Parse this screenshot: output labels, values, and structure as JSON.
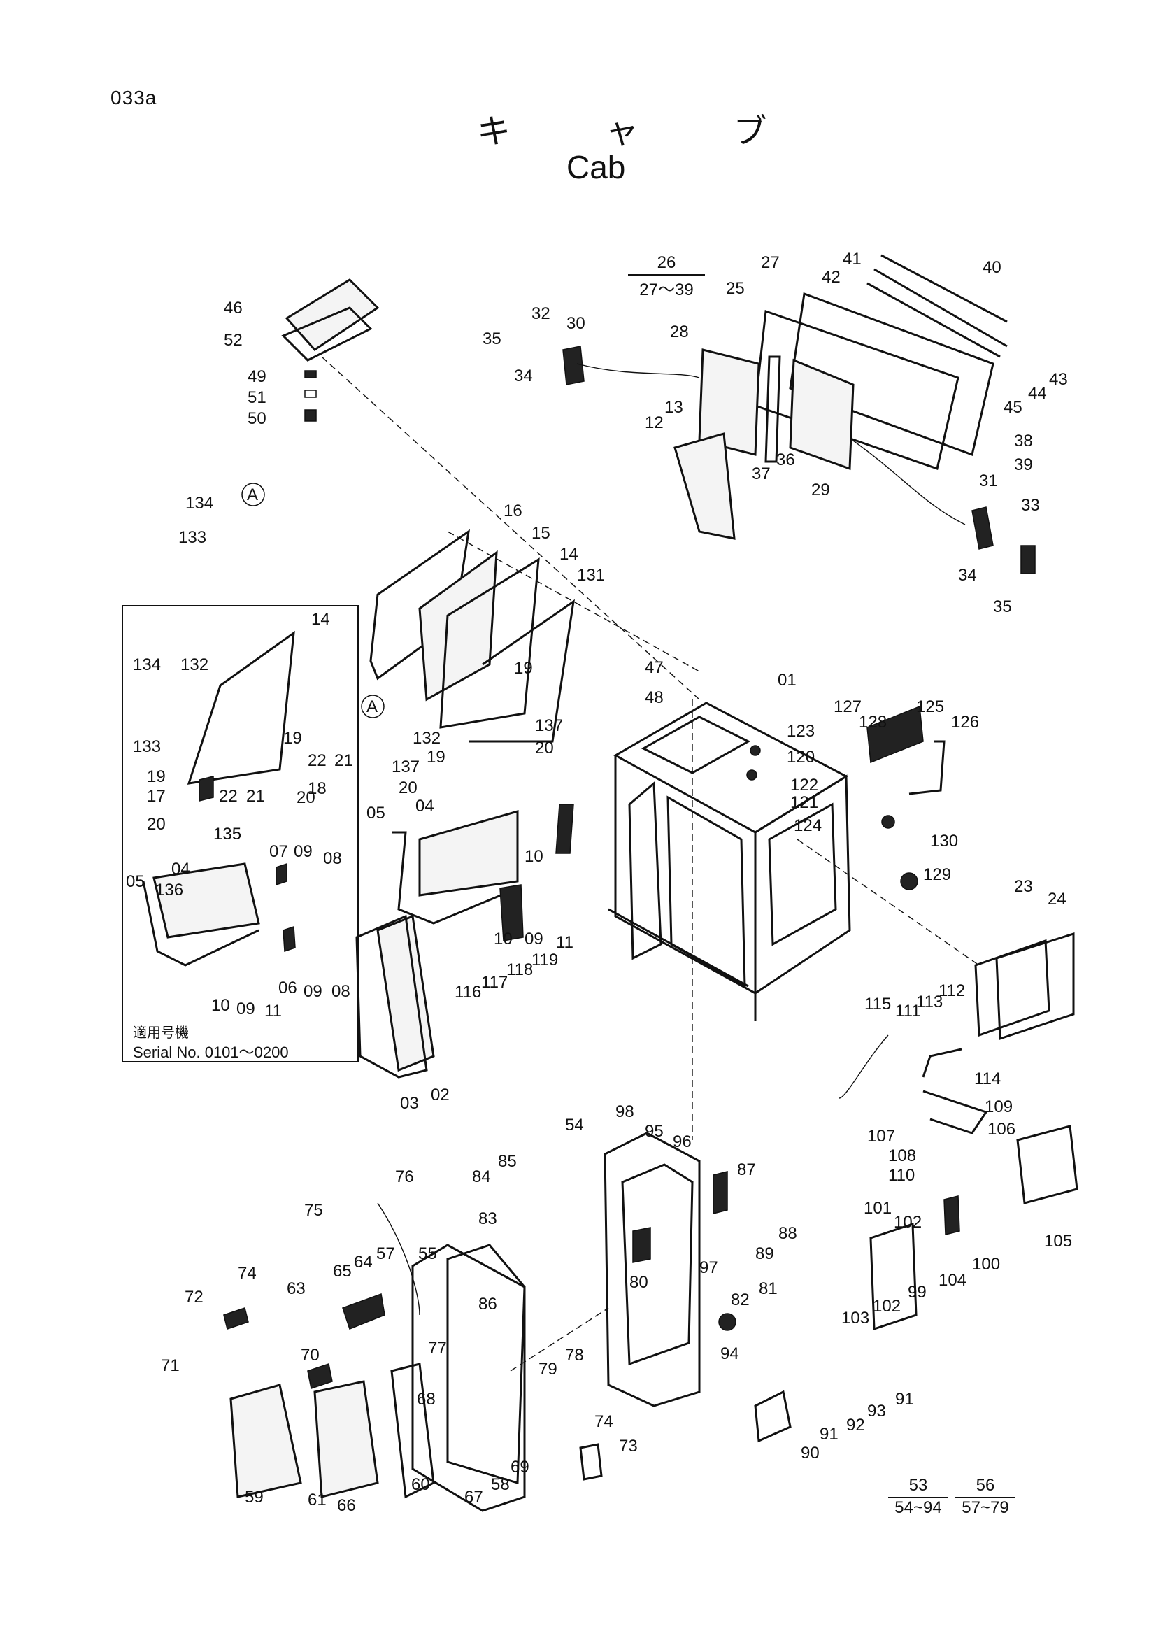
{
  "page_code": "033a",
  "title_jp": "キ ャ ブ",
  "title_en": "Cab",
  "inset": {
    "note_jp": "適用号機",
    "serial": "Serial No. 0101～0200"
  },
  "groups": [
    {
      "id": "g26",
      "top": "26",
      "bottom": "27～39"
    },
    {
      "id": "g53",
      "top": "53",
      "bottom": "54~94"
    },
    {
      "id": "g56",
      "top": "56",
      "bottom": "57~79"
    }
  ],
  "callouts": [
    {
      "id": "c46",
      "text": "46"
    },
    {
      "id": "c52",
      "text": "52"
    },
    {
      "id": "c49",
      "text": "49"
    },
    {
      "id": "c51",
      "text": "51"
    },
    {
      "id": "c50",
      "text": "50"
    },
    {
      "id": "c134a",
      "text": "134"
    },
    {
      "id": "c133a",
      "text": "133"
    },
    {
      "id": "cA1",
      "text": "A"
    },
    {
      "id": "c35a",
      "text": "35"
    },
    {
      "id": "c32",
      "text": "32"
    },
    {
      "id": "c30",
      "text": "30"
    },
    {
      "id": "c34a",
      "text": "34"
    },
    {
      "id": "c28",
      "text": "28"
    },
    {
      "id": "c13",
      "text": "13"
    },
    {
      "id": "c12",
      "text": "12"
    },
    {
      "id": "c25",
      "text": "25"
    },
    {
      "id": "c27",
      "text": "27"
    },
    {
      "id": "c41",
      "text": "41"
    },
    {
      "id": "c42",
      "text": "42"
    },
    {
      "id": "c40",
      "text": "40"
    },
    {
      "id": "c43",
      "text": "43"
    },
    {
      "id": "c44",
      "text": "44"
    },
    {
      "id": "c45",
      "text": "45"
    },
    {
      "id": "c36",
      "text": "36"
    },
    {
      "id": "c37",
      "text": "37"
    },
    {
      "id": "c29",
      "text": "29"
    },
    {
      "id": "c38",
      "text": "38"
    },
    {
      "id": "c39",
      "text": "39"
    },
    {
      "id": "c31",
      "text": "31"
    },
    {
      "id": "c33",
      "text": "33"
    },
    {
      "id": "c34b",
      "text": "34"
    },
    {
      "id": "c35b",
      "text": "35"
    },
    {
      "id": "c16",
      "text": "16"
    },
    {
      "id": "c15",
      "text": "15"
    },
    {
      "id": "c14a",
      "text": "14"
    },
    {
      "id": "c131",
      "text": "131"
    },
    {
      "id": "cA2",
      "text": "A"
    },
    {
      "id": "c19a",
      "text": "19"
    },
    {
      "id": "c137a",
      "text": "137"
    },
    {
      "id": "c20a",
      "text": "20"
    },
    {
      "id": "c132a",
      "text": "132"
    },
    {
      "id": "c19b",
      "text": "19"
    },
    {
      "id": "c137b",
      "text": "137"
    },
    {
      "id": "c20b",
      "text": "20"
    },
    {
      "id": "c14b",
      "text": "14"
    },
    {
      "id": "c134b",
      "text": "134"
    },
    {
      "id": "c132b",
      "text": "132"
    },
    {
      "id": "c133b",
      "text": "133"
    },
    {
      "id": "c19c",
      "text": "19"
    },
    {
      "id": "c22a",
      "text": "22"
    },
    {
      "id": "c21a",
      "text": "21"
    },
    {
      "id": "c18",
      "text": "18"
    },
    {
      "id": "c19d",
      "text": "19"
    },
    {
      "id": "c17",
      "text": "17"
    },
    {
      "id": "c22b",
      "text": "22"
    },
    {
      "id": "c21b",
      "text": "21"
    },
    {
      "id": "c20c",
      "text": "20"
    },
    {
      "id": "c20d",
      "text": "20"
    },
    {
      "id": "c135",
      "text": "135"
    },
    {
      "id": "c07a",
      "text": "07"
    },
    {
      "id": "c09a",
      "text": "09"
    },
    {
      "id": "c08a",
      "text": "08"
    },
    {
      "id": "c04a",
      "text": "04"
    },
    {
      "id": "c05a",
      "text": "05"
    },
    {
      "id": "c136",
      "text": "136"
    },
    {
      "id": "c10a",
      "text": "10"
    },
    {
      "id": "c09b",
      "text": "09"
    },
    {
      "id": "c11a",
      "text": "11"
    },
    {
      "id": "c06",
      "text": "06"
    },
    {
      "id": "c09c",
      "text": "09"
    },
    {
      "id": "c08b",
      "text": "08"
    },
    {
      "id": "c47",
      "text": "47"
    },
    {
      "id": "c48",
      "text": "48"
    },
    {
      "id": "c01",
      "text": "01"
    },
    {
      "id": "c123",
      "text": "123"
    },
    {
      "id": "c120",
      "text": "120"
    },
    {
      "id": "c122",
      "text": "122"
    },
    {
      "id": "c121",
      "text": "121"
    },
    {
      "id": "c124",
      "text": "124"
    },
    {
      "id": "c127",
      "text": "127"
    },
    {
      "id": "c128",
      "text": "128"
    },
    {
      "id": "c125",
      "text": "125"
    },
    {
      "id": "c126",
      "text": "126"
    },
    {
      "id": "c130",
      "text": "130"
    },
    {
      "id": "c129",
      "text": "129"
    },
    {
      "id": "c23",
      "text": "23"
    },
    {
      "id": "c24",
      "text": "24"
    },
    {
      "id": "c05b",
      "text": "05"
    },
    {
      "id": "c04b",
      "text": "04"
    },
    {
      "id": "c10b",
      "text": "10"
    },
    {
      "id": "c10c",
      "text": "10"
    },
    {
      "id": "c09d",
      "text": "09"
    },
    {
      "id": "c11b",
      "text": "11"
    },
    {
      "id": "c116",
      "text": "116"
    },
    {
      "id": "c117",
      "text": "117"
    },
    {
      "id": "c118",
      "text": "118"
    },
    {
      "id": "c119",
      "text": "119"
    },
    {
      "id": "c03",
      "text": "03"
    },
    {
      "id": "c02",
      "text": "02"
    },
    {
      "id": "c115",
      "text": "115"
    },
    {
      "id": "c111",
      "text": "111"
    },
    {
      "id": "c113",
      "text": "113"
    },
    {
      "id": "c112",
      "text": "112"
    },
    {
      "id": "c114",
      "text": "114"
    },
    {
      "id": "c109",
      "text": "109"
    },
    {
      "id": "c107",
      "text": "107"
    },
    {
      "id": "c108",
      "text": "108"
    },
    {
      "id": "c106",
      "text": "106"
    },
    {
      "id": "c110",
      "text": "110"
    },
    {
      "id": "c105",
      "text": "105"
    },
    {
      "id": "c101",
      "text": "101"
    },
    {
      "id": "c102a",
      "text": "102"
    },
    {
      "id": "c100",
      "text": "100"
    },
    {
      "id": "c104",
      "text": "104"
    },
    {
      "id": "c99",
      "text": "99"
    },
    {
      "id": "c103",
      "text": "103"
    },
    {
      "id": "c102b",
      "text": "102"
    },
    {
      "id": "c54",
      "text": "54"
    },
    {
      "id": "c98",
      "text": "98"
    },
    {
      "id": "c95",
      "text": "95"
    },
    {
      "id": "c96",
      "text": "96"
    },
    {
      "id": "c87",
      "text": "87"
    },
    {
      "id": "c84",
      "text": "84"
    },
    {
      "id": "c85",
      "text": "85"
    },
    {
      "id": "c83",
      "text": "83"
    },
    {
      "id": "c97",
      "text": "97"
    },
    {
      "id": "c88",
      "text": "88"
    },
    {
      "id": "c89",
      "text": "89"
    },
    {
      "id": "c80",
      "text": "80"
    },
    {
      "id": "c81",
      "text": "81"
    },
    {
      "id": "c82",
      "text": "82"
    },
    {
      "id": "c94",
      "text": "94"
    },
    {
      "id": "c76",
      "text": "76"
    },
    {
      "id": "c75",
      "text": "75"
    },
    {
      "id": "c74a",
      "text": "74"
    },
    {
      "id": "c72",
      "text": "72"
    },
    {
      "id": "c65",
      "text": "65"
    },
    {
      "id": "c64",
      "text": "64"
    },
    {
      "id": "c57",
      "text": "57"
    },
    {
      "id": "c55",
      "text": "55"
    },
    {
      "id": "c63",
      "text": "63"
    },
    {
      "id": "c86",
      "text": "86"
    },
    {
      "id": "c71",
      "text": "71"
    },
    {
      "id": "c70",
      "text": "70"
    },
    {
      "id": "c77",
      "text": "77"
    },
    {
      "id": "c79",
      "text": "79"
    },
    {
      "id": "c78",
      "text": "78"
    },
    {
      "id": "c68",
      "text": "68"
    },
    {
      "id": "c69",
      "text": "69"
    },
    {
      "id": "c74b",
      "text": "74"
    },
    {
      "id": "c73",
      "text": "73"
    },
    {
      "id": "c59",
      "text": "59"
    },
    {
      "id": "c61",
      "text": "61"
    },
    {
      "id": "c66",
      "text": "66"
    },
    {
      "id": "c60",
      "text": "60"
    },
    {
      "id": "c67",
      "text": "67"
    },
    {
      "id": "c58",
      "text": "58"
    },
    {
      "id": "c91a",
      "text": "91"
    },
    {
      "id": "c93",
      "text": "93"
    },
    {
      "id": "c92",
      "text": "92"
    },
    {
      "id": "c91b",
      "text": "91"
    },
    {
      "id": "c90",
      "text": "90"
    }
  ]
}
